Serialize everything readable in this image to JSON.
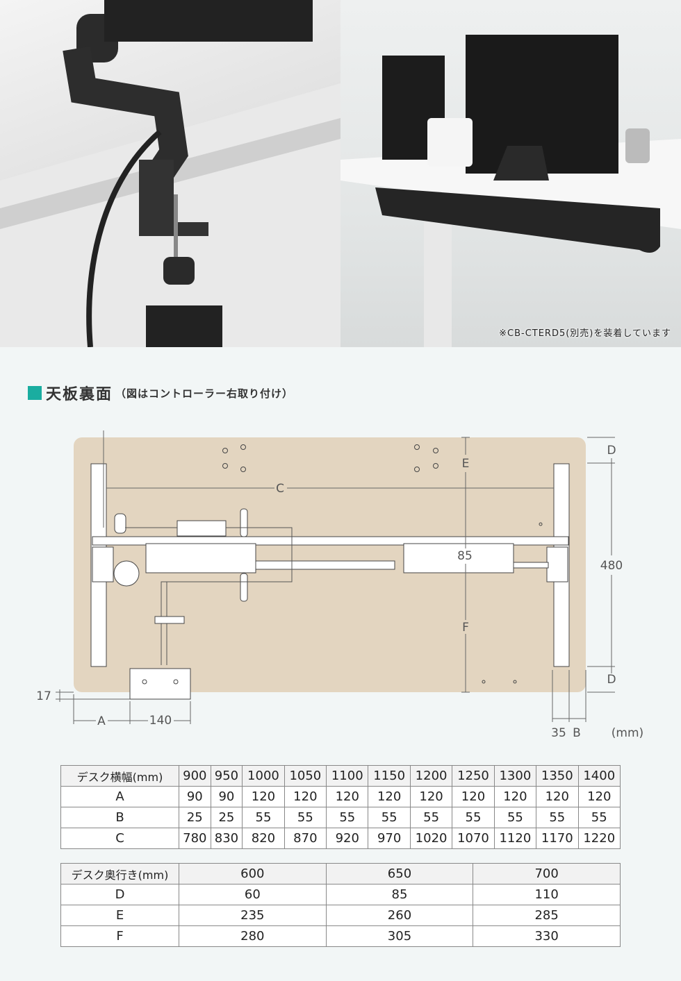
{
  "photos": {
    "left": {
      "icon": "monitor-arm-clamp-photo"
    },
    "right": {
      "icon": "desk-with-cable-tray-photo",
      "caption": "※CB-CTERD5(別売)を装着しています"
    }
  },
  "section": {
    "title": "天板裏面",
    "subtitle": "（図はコントローラー右取り付け）",
    "accent": "#1aada0"
  },
  "diagram": {
    "labels": {
      "c": "C",
      "e": "E",
      "value85": "85",
      "f": "F",
      "d_top": "D",
      "height480": "480",
      "d_bottom": "D",
      "v17": "17",
      "a": "A",
      "v140": "140",
      "v35": "35",
      "b": "B",
      "unit": "(mm)"
    },
    "colors": {
      "board": "#e3d5c0",
      "line": "#444444"
    }
  },
  "table_width": {
    "header": "デスク横幅(mm)",
    "columns": [
      "900",
      "950",
      "1000",
      "1050",
      "1100",
      "1150",
      "1200",
      "1250",
      "1300",
      "1350",
      "1400"
    ],
    "rows": [
      {
        "label": "A",
        "values": [
          "90",
          "90",
          "120",
          "120",
          "120",
          "120",
          "120",
          "120",
          "120",
          "120",
          "120"
        ]
      },
      {
        "label": "B",
        "values": [
          "25",
          "25",
          "55",
          "55",
          "55",
          "55",
          "55",
          "55",
          "55",
          "55",
          "55"
        ]
      },
      {
        "label": "C",
        "values": [
          "780",
          "830",
          "820",
          "870",
          "920",
          "970",
          "1020",
          "1070",
          "1120",
          "1170",
          "1220"
        ]
      }
    ]
  },
  "table_depth": {
    "header": "デスク奥行き(mm)",
    "columns": [
      "600",
      "650",
      "700"
    ],
    "rows": [
      {
        "label": "D",
        "values": [
          "60",
          "85",
          "110"
        ]
      },
      {
        "label": "E",
        "values": [
          "235",
          "260",
          "285"
        ]
      },
      {
        "label": "F",
        "values": [
          "280",
          "305",
          "330"
        ]
      }
    ]
  }
}
